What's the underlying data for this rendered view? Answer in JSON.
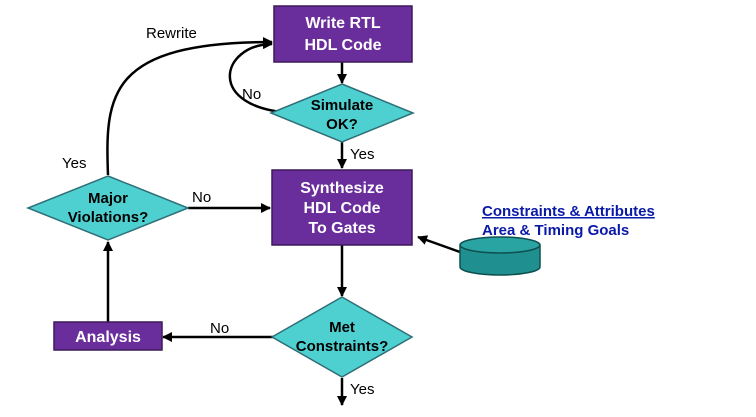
{
  "nodes": {
    "write_rtl": {
      "lines": [
        "Write RTL",
        "HDL Code"
      ]
    },
    "simulate": {
      "lines": [
        "Simulate",
        "OK?"
      ]
    },
    "synthesize": {
      "lines": [
        "Synthesize",
        "HDL Code",
        "To Gates"
      ]
    },
    "met_constraints": {
      "lines": [
        "Met",
        "Constraints?"
      ]
    },
    "major_violations": {
      "lines": [
        "Major",
        "Violations?"
      ]
    },
    "analysis": {
      "label": "Analysis"
    }
  },
  "edges": {
    "rewrite": "Rewrite",
    "sim_no": "No",
    "sim_yes": "Yes",
    "major_yes": "Yes",
    "major_no": "No",
    "met_no": "No",
    "met_yes": "Yes"
  },
  "inputs": {
    "line1": "Constraints & Attributes",
    "line2": "Area & Timing Goals"
  },
  "colors": {
    "box_fill": "#6a2d9c",
    "diamond_fill": "#4fd0d0",
    "cylinder_fill": "#1f8f8f",
    "link_text": "#0a1aa8"
  }
}
